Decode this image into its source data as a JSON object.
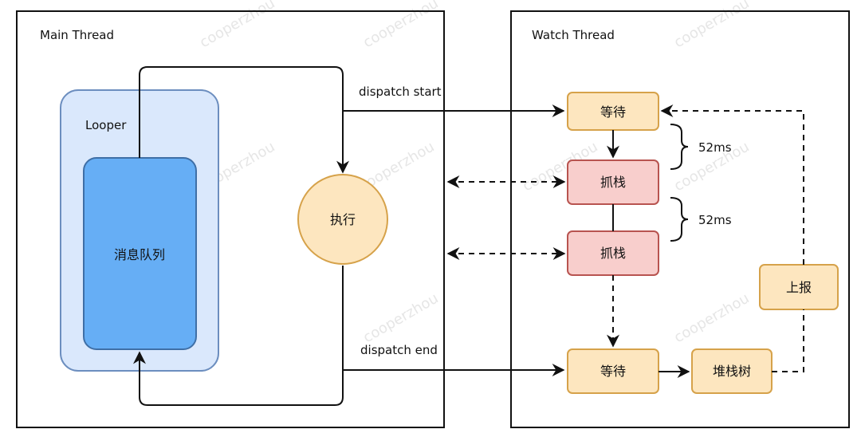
{
  "main_thread": {
    "title": "Main Thread"
  },
  "watch_thread": {
    "title": "Watch Thread"
  },
  "looper": {
    "label": "Looper",
    "queue_label": "消息队列"
  },
  "execute": {
    "label": "执行"
  },
  "arrows": {
    "dispatch_start": "dispatch start",
    "dispatch_end": "dispatch end"
  },
  "watch": {
    "wait_top": "等待",
    "grab_1": "抓栈",
    "grab_2": "抓栈",
    "wait_bottom": "等待",
    "stack_tree": "堆栈树",
    "report": "上报",
    "interval_1": "52ms",
    "interval_2": "52ms"
  },
  "watermark": "cooperzhou",
  "colors": {
    "looper_fill": "#dae8fc",
    "looper_stroke": "#6c8ebf",
    "queue_fill": "#66aef5",
    "queue_stroke": "#3f6fa6",
    "execute_fill": "#fde6bf",
    "execute_stroke": "#d6a24a",
    "wait_fill": "#fde6bf",
    "wait_stroke": "#d6a24a",
    "grab_fill": "#f8cecc",
    "grab_stroke": "#b85450"
  }
}
